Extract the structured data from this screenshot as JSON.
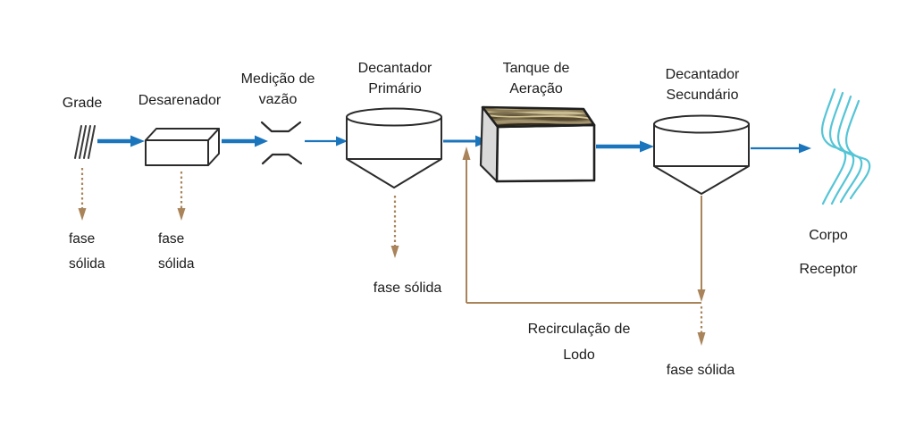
{
  "diagram": {
    "type": "process_flow",
    "language": "pt",
    "colors": {
      "flow_arrow_blue": "#1b75bc",
      "solids_line_brown": "#a9845a",
      "receiving_water_cyan": "#55c5d6",
      "shape_outline": "#2b2b2b",
      "tank_side_gray": "#d9d9d9",
      "tank_top_olive": "#7b6e50",
      "text": "#1b1b1b",
      "background": "#ffffff"
    },
    "stages": {
      "grade": {
        "label": "Grade",
        "icon": "bar-screen-lines",
        "solids_output_line1": "fase",
        "solids_output_line2": "sólida"
      },
      "desarenador": {
        "label": "Desarenador",
        "icon": "3d-box",
        "solids_output_line1": "fase",
        "solids_output_line2": "sólida"
      },
      "medicao_vazao": {
        "label_line1": "Medição de",
        "label_line2": "vazão",
        "icon": "venturi-flume"
      },
      "decantador_primario": {
        "label_line1": "Decantador",
        "label_line2": "Primário",
        "icon": "clarifier-cone-tank",
        "solids_output": "fase sólida"
      },
      "tanque_aeracao": {
        "label_line1": "Tanque de",
        "label_line2": "Aeração",
        "icon": "3d-tank-textured-top"
      },
      "decantador_secundario": {
        "label_line1": "Decantador",
        "label_line2": "Secundário",
        "icon": "clarifier-cone-tank",
        "solids_output": "fase sólida"
      },
      "corpo_receptor": {
        "label_line1": "Corpo",
        "label_line2": "Receptor",
        "icon": "water-waves"
      },
      "recirculacao": {
        "label_line1": "Recirculação de",
        "label_line2": "Lodo"
      }
    },
    "main_flow_order": [
      "Grade",
      "Desarenador",
      "Medição de vazão",
      "Decantador Primário",
      "Tanque de Aeração",
      "Decantador Secundário",
      "Corpo Receptor"
    ],
    "solids_outputs_from": [
      "Grade",
      "Desarenador",
      "Decantador Primário",
      "Decantador Secundário"
    ],
    "recirculation_path": "Decantador Secundário → entrada do Tanque de Aeração"
  }
}
